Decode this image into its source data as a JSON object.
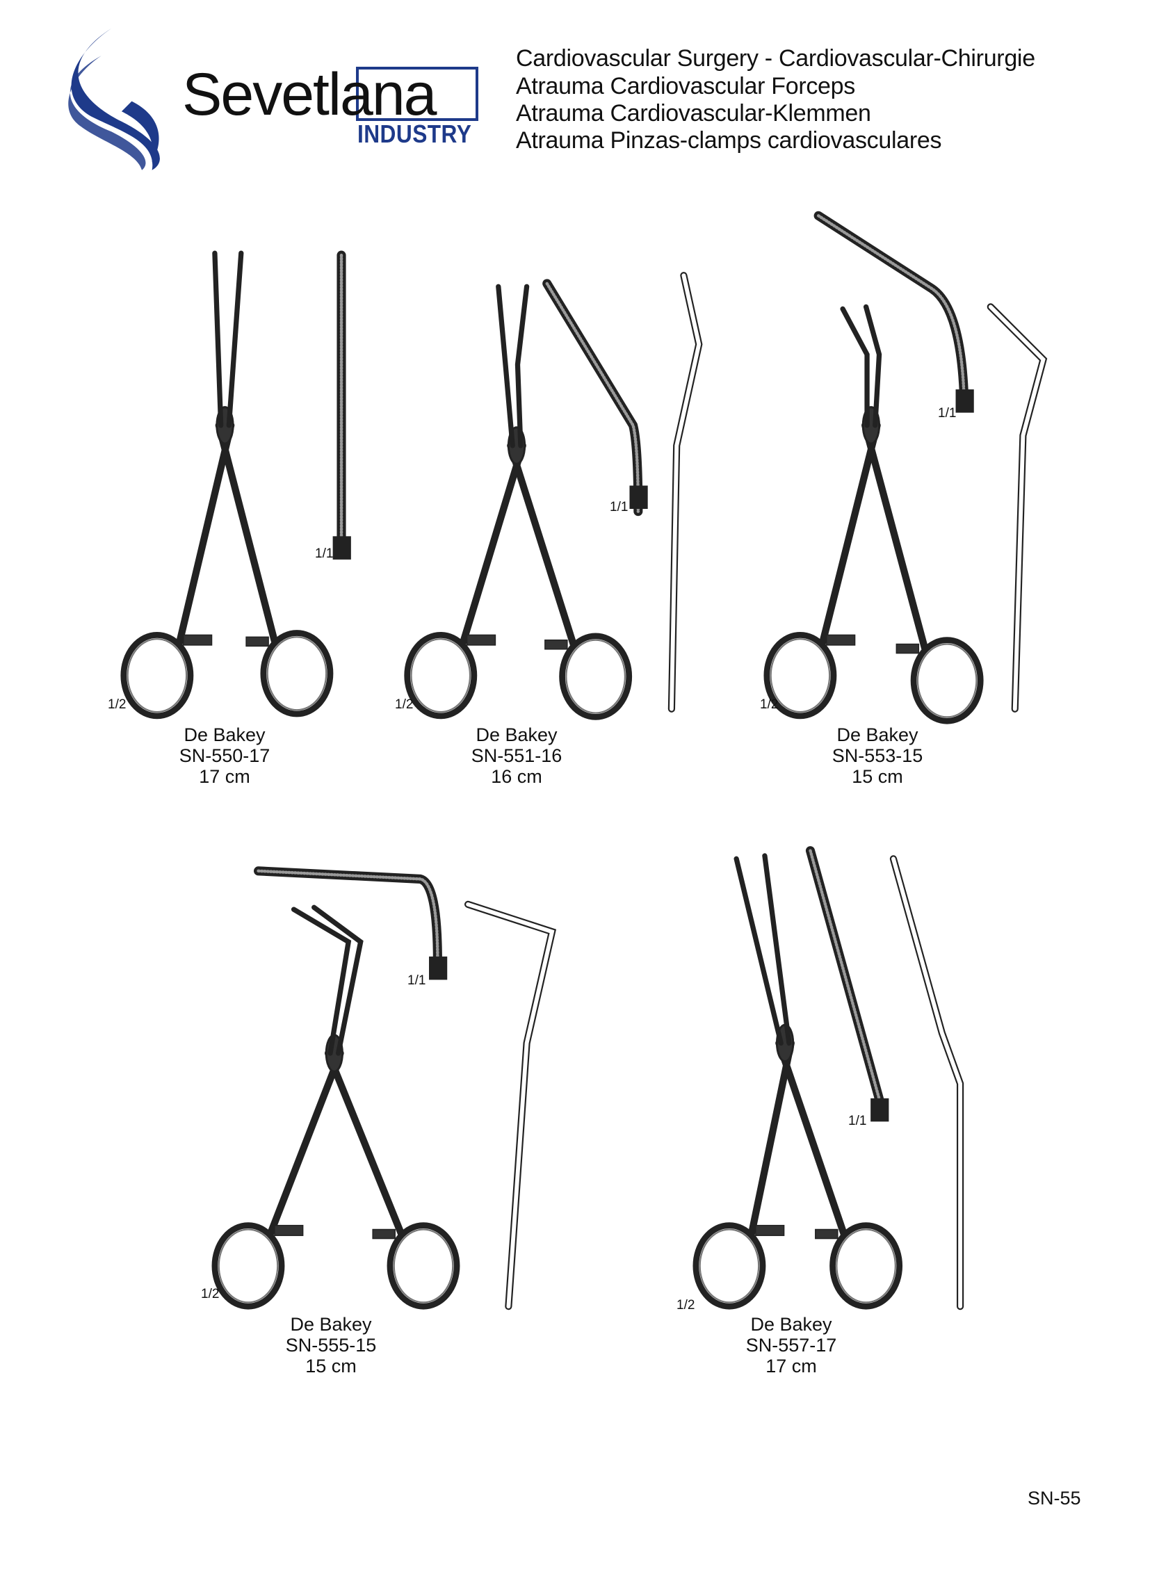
{
  "brand": {
    "name": "Sevetlana",
    "subtitle": "INDUSTRY",
    "colors": {
      "primary": "#1e3a8a",
      "text": "#111111"
    }
  },
  "header": {
    "lines": [
      "Cardiovascular Surgery  -  Cardiovascular-Chirurgie",
      "Atrauma Cardiovascular Forceps",
      "Atrauma Cardiovascular-Klemmen",
      "Atrauma Pinzas-clamps cardiovasculares"
    ]
  },
  "products": [
    {
      "name": "De Bakey",
      "code": "SN-550-17",
      "size": "17 cm",
      "scale_full": "1/2",
      "scale_detail": "1/1"
    },
    {
      "name": "De Bakey",
      "code": "SN-551-16",
      "size": "16 cm",
      "scale_full": "1/2",
      "scale_detail": "1/1"
    },
    {
      "name": "De Bakey",
      "code": "SN-553-15",
      "size": "15 cm",
      "scale_full": "1/2",
      "scale_detail": "1/1"
    },
    {
      "name": "De Bakey",
      "code": "SN-555-15",
      "size": "15 cm",
      "scale_full": "1/2",
      "scale_detail": "1/1"
    },
    {
      "name": "De Bakey",
      "code": "SN-557-17",
      "size": "17 cm",
      "scale_full": "1/2",
      "scale_detail": "1/1"
    }
  ],
  "page_number": "SN-55"
}
